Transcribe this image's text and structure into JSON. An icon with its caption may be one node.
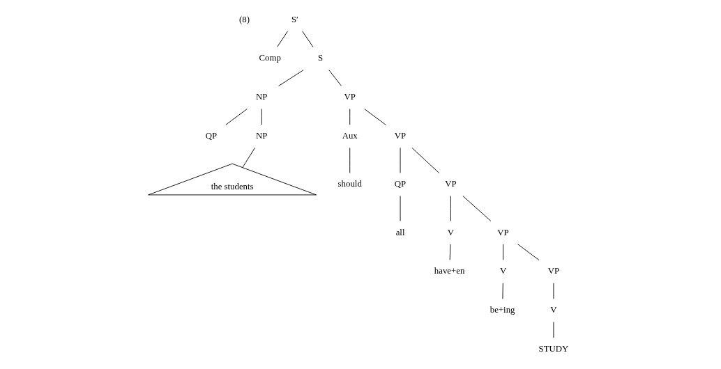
{
  "diagram": {
    "nodes": [
      {
        "text": [
          "S′"
        ]
      },
      {
        "text": [
          "Comp"
        ]
      },
      {
        "text": [
          "S"
        ]
      },
      {
        "text": [
          "NP"
        ]
      },
      {
        "text": [
          "VP"
        ]
      },
      {
        "text": [
          "QP"
        ]
      },
      {
        "text": [
          "NP"
        ]
      },
      {
        "text": [
          "the students"
        ]
      },
      {
        "text": [
          "Aux"
        ]
      },
      {
        "text": [
          "should"
        ]
      },
      {
        "text": [
          "VP"
        ]
      },
      {
        "text": [
          "QP"
        ]
      },
      {
        "text": [
          "all"
        ]
      },
      {
        "text": [
          "VP"
        ]
      },
      {
        "text": [
          "V"
        ]
      },
      {
        "text": [
          "have+en"
        ]
      },
      {
        "text": [
          "VP"
        ]
      },
      {
        "text": [
          "V"
        ]
      },
      {
        "text": [
          "be+ing"
        ]
      },
      {
        "text": [
          "VP"
        ]
      },
      {
        "text": [
          "V"
        ]
      },
      {
        "text": [
          "STUDY"
        ]
      }
    ],
    "edges": [
      {
        "from": 0,
        "to": 1,
        "arrow": "none"
      },
      {
        "from": 0,
        "to": 2,
        "arrow": "none"
      },
      {
        "from": 2,
        "to": 3,
        "arrow": "none"
      },
      {
        "from": 2,
        "to": 4,
        "arrow": "none"
      },
      {
        "from": 3,
        "to": 5,
        "arrow": "none"
      },
      {
        "from": 3,
        "to": 6,
        "arrow": "none"
      },
      {
        "from": 6,
        "to": 7,
        "arrow": "none"
      },
      {
        "from": 4,
        "to": 8,
        "arrow": "none"
      },
      {
        "from": 4,
        "to": 10,
        "arrow": "none"
      },
      {
        "from": 8,
        "to": 9,
        "arrow": "none"
      },
      {
        "from": 10,
        "to": 11,
        "arrow": "none"
      },
      {
        "from": 10,
        "to": 13,
        "arrow": "none"
      },
      {
        "from": 11,
        "to": 12,
        "arrow": "none"
      },
      {
        "from": 13,
        "to": 14,
        "arrow": "none"
      },
      {
        "from": 13,
        "to": 16,
        "arrow": "none"
      },
      {
        "from": 14,
        "to": 15,
        "arrow": "none"
      },
      {
        "from": 16,
        "to": 17,
        "arrow": "none"
      },
      {
        "from": 16,
        "to": 19,
        "arrow": "none"
      },
      {
        "from": 17,
        "to": 18,
        "arrow": "none"
      },
      {
        "from": 19,
        "to": 20,
        "arrow": "none"
      },
      {
        "from": 20,
        "to": 21,
        "arrow": "none"
      }
    ],
    "labels": [
      "(8)"
    ]
  }
}
